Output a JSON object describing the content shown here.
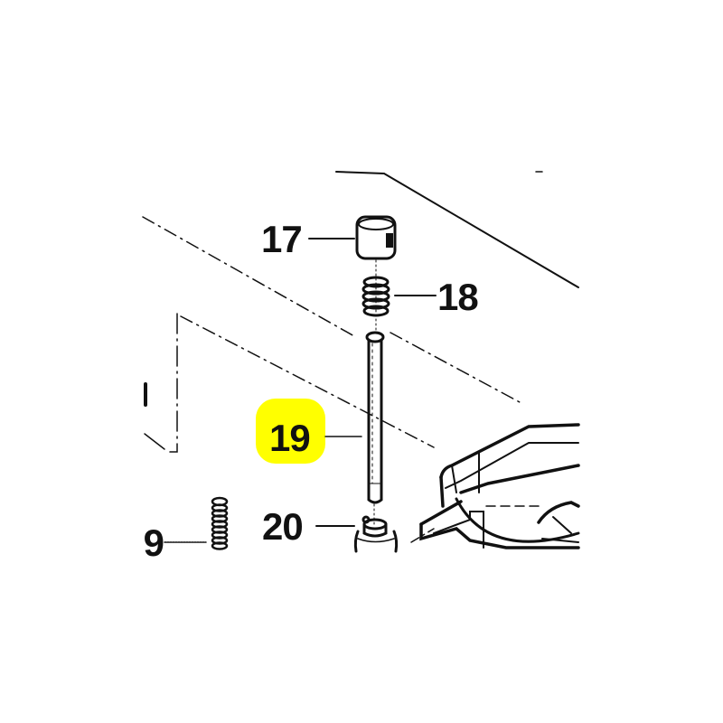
{
  "diagram": {
    "type": "exploded-parts-diagram",
    "highlight_color": "#ffff00",
    "line_color": "#111111",
    "callouts": [
      {
        "id": "17",
        "label": "17",
        "part": "cap"
      },
      {
        "id": "18",
        "label": "18",
        "part": "spring"
      },
      {
        "id": "19",
        "label": "19",
        "part": "rod",
        "highlighted": true
      },
      {
        "id": "20",
        "label": "20",
        "part": "bushing"
      },
      {
        "id": "partial-left",
        "label": "9",
        "part": "spring",
        "note": "partially cropped label"
      }
    ]
  }
}
